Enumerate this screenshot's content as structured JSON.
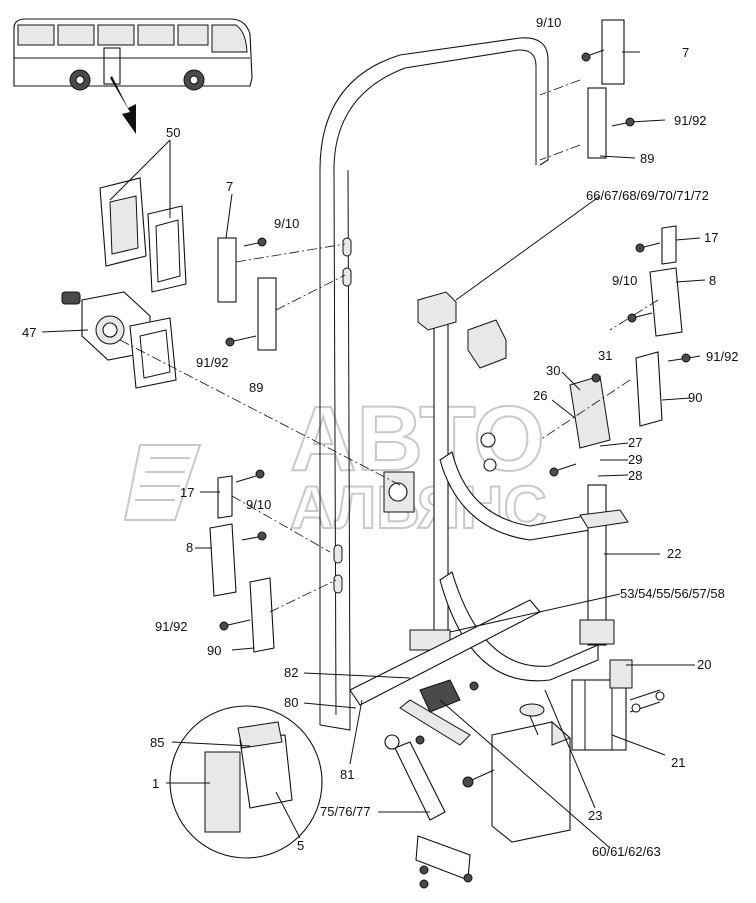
{
  "watermark": {
    "line1": "АВТО",
    "line2": "АЛЬЯНС"
  },
  "labels": {
    "l_9_10_top": "9/10",
    "l_7_top": "7",
    "l_91_92_top": "91/92",
    "l_89_top": "89",
    "l_50": "50",
    "l_7_left": "7",
    "l_9_10_left": "9/10",
    "l_47": "47",
    "l_91_92_left": "91/92",
    "l_89_left": "89",
    "l_66": "66/67/68/69/70/71/72",
    "l_17_right": "17",
    "l_9_10_right": "9/10",
    "l_8_right": "8",
    "l_31": "31",
    "l_30": "30",
    "l_91_92_right": "91/92",
    "l_26": "26",
    "l_90_right": "90",
    "l_27": "27",
    "l_29": "29",
    "l_28": "28",
    "l_17_left": "17",
    "l_9_10_mid": "9/10",
    "l_8_left": "8",
    "l_22": "22",
    "l_53": "53/54/55/56/57/58",
    "l_91_92_low": "91/92",
    "l_90_low": "90",
    "l_20": "20",
    "l_82": "82",
    "l_80": "80",
    "l_85": "85",
    "l_1": "1",
    "l_81": "81",
    "l_21": "21",
    "l_75": "75/76/77",
    "l_5": "5",
    "l_23": "23",
    "l_60": "60/61/62/63"
  }
}
